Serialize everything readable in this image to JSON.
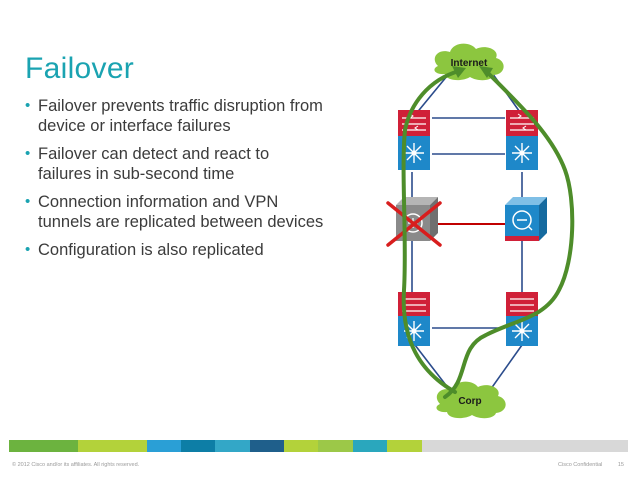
{
  "title": "Failover",
  "bullets": [
    "Failover prevents traffic disruption from device or interface failures",
    "Failover can detect and react to failures in sub-second time",
    "Connection information and VPN tunnels are replicated between devices",
    "Configuration is also replicated"
  ],
  "diagram": {
    "top_cloud": "Internet",
    "bottom_cloud": "Corp",
    "colors": {
      "cloud": "#8cc63f",
      "traffic_path": "#4e8d2a",
      "link": "#2b4c8c",
      "failover_link": "#c00000",
      "router": "#d02038",
      "switch": "#1e88c9",
      "firewall": "#1e88c9",
      "failed_device": "#8a8a8a",
      "failed_mark": "#d81e1e"
    }
  },
  "footer": {
    "copyright": "© 2012 Cisco and/or its affiliates. All rights reserved.",
    "classification": "Cisco Confidential",
    "page_number": "15"
  },
  "colors": {
    "title": "#1aa3b1",
    "strip": [
      "#6cb33f",
      "#6cb33f",
      "#b3d23a",
      "#b3d23a",
      "#2a9fd6",
      "#0d7ea6",
      "#33a7c7",
      "#1f5f8b",
      "#b3d23a",
      "#9cc848",
      "#2aa7bd",
      "#b3d23a",
      "#d8d8d8",
      "#d8d8d8",
      "#d8d8d8",
      "#d8d8d8",
      "#d8d8d8",
      "#d8d8d8"
    ]
  }
}
